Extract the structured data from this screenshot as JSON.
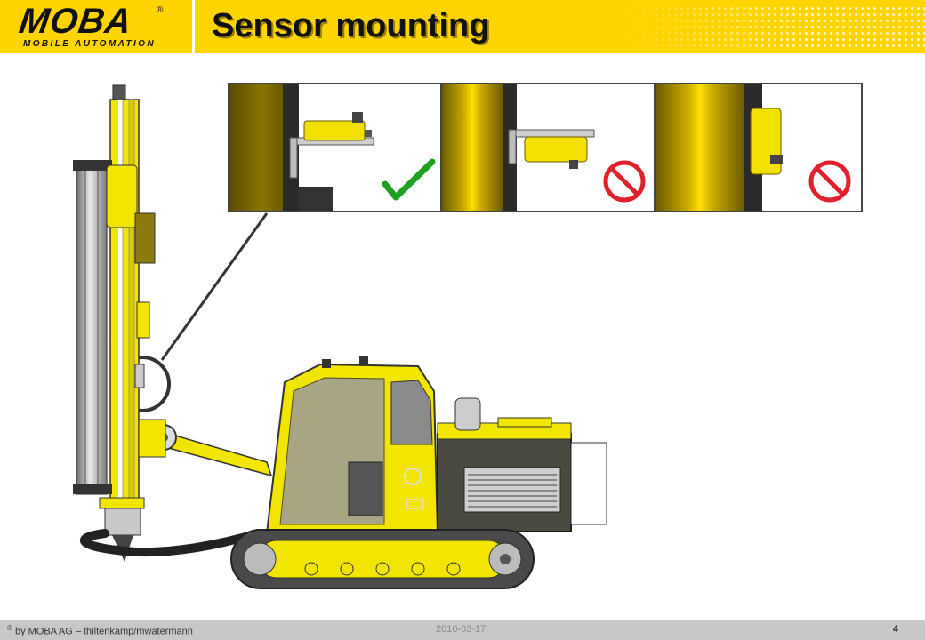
{
  "header": {
    "logo_text": "MOBA",
    "logo_registered": "®",
    "logo_tagline": "MOBILE AUTOMATION",
    "title": "Sensor mounting"
  },
  "panels": [
    {
      "status": "correct",
      "icon": "check-icon",
      "color": "#1fa01f"
    },
    {
      "status": "incorrect",
      "icon": "prohibited-icon",
      "color": "#e0202a"
    },
    {
      "status": "incorrect",
      "icon": "prohibited-icon",
      "color": "#e0202a"
    }
  ],
  "colors": {
    "brand_yellow": "#ffd400",
    "machine_yellow": "#f2e500",
    "dark_body": "#4a4a40"
  },
  "footer": {
    "copyright_mark": "®",
    "copyright": "by MOBA AG – thiltenkamp/mwatermann",
    "date": "2010-03-17",
    "page": "4"
  }
}
